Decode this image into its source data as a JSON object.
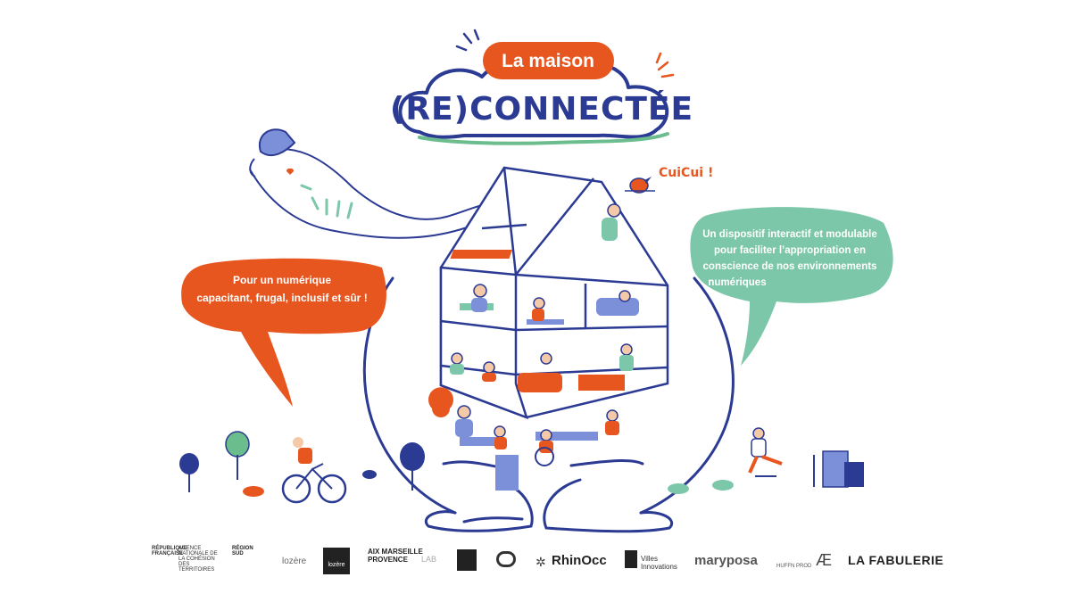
{
  "title": {
    "line1": "La maison",
    "line2": "(RE)CONNECTÉE"
  },
  "bird_text": "CuiCui !",
  "left_bubble": {
    "line1": "Pour un numérique",
    "line2": "capacitant, frugal, inclusif et sûr !"
  },
  "right_bubble": {
    "line1": "Un dispositif interactif et modulable",
    "line2": "pour faciliter l’appropriation en",
    "line3": "conscience de nos environnements",
    "line4": "numériques"
  },
  "colors": {
    "orange": "#e8561f",
    "navy": "#2b3a93",
    "mint": "#7cc7a9",
    "green": "#6bbd8e",
    "skin": "#f4c9a8"
  },
  "logos": {
    "rf": "RÉPUBLIQUE FRANÇAISE",
    "anct": "AGENCE NATIONALE DE LA COHÉSION DES TERRITOIRES",
    "region_sud": "RÉGION SUD",
    "lozere1": "lozère",
    "lozere2": "lozère",
    "amp1": "AIX MARSEILLE",
    "amp2": "PROVENCE",
    "lab": "LAB",
    "rhinocc": "RhinOcc",
    "villes1": "Villes",
    "villes2": "Innovations",
    "maryposa": "maryposa",
    "huffn": "HUFFN PROD",
    "fabulerie": "LA FABULERIE"
  }
}
